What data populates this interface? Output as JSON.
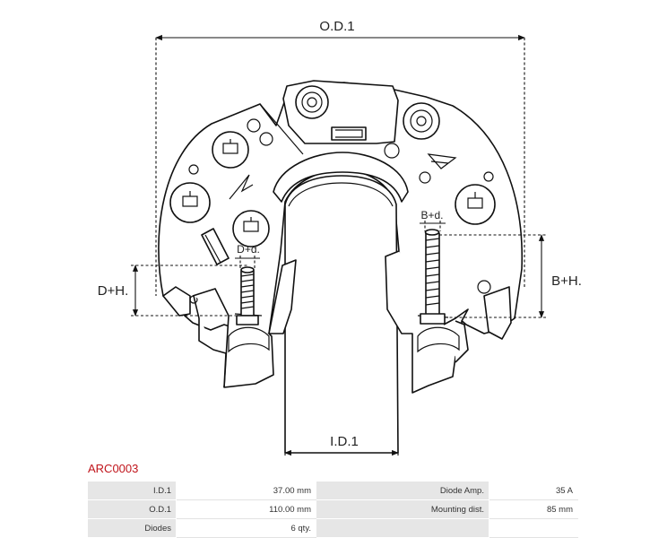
{
  "diagram": {
    "od_label": "O.D.1",
    "id_label": "I.D.1",
    "dh_label": "D+H.",
    "bh_label": "B+H.",
    "dd_label": "D+d.",
    "bd_label": "B+d."
  },
  "part_code": "ARC0003",
  "specs": {
    "rows": [
      {
        "label1": "I.D.1",
        "value1": "37.00 mm",
        "label2": "Diode Amp.",
        "value2": "35 A"
      },
      {
        "label1": "O.D.1",
        "value1": "110.00 mm",
        "label2": "Mounting dist.",
        "value2": "85 mm"
      },
      {
        "label1": "Diodes",
        "value1": "6 qty.",
        "label2": "",
        "value2": ""
      }
    ]
  }
}
